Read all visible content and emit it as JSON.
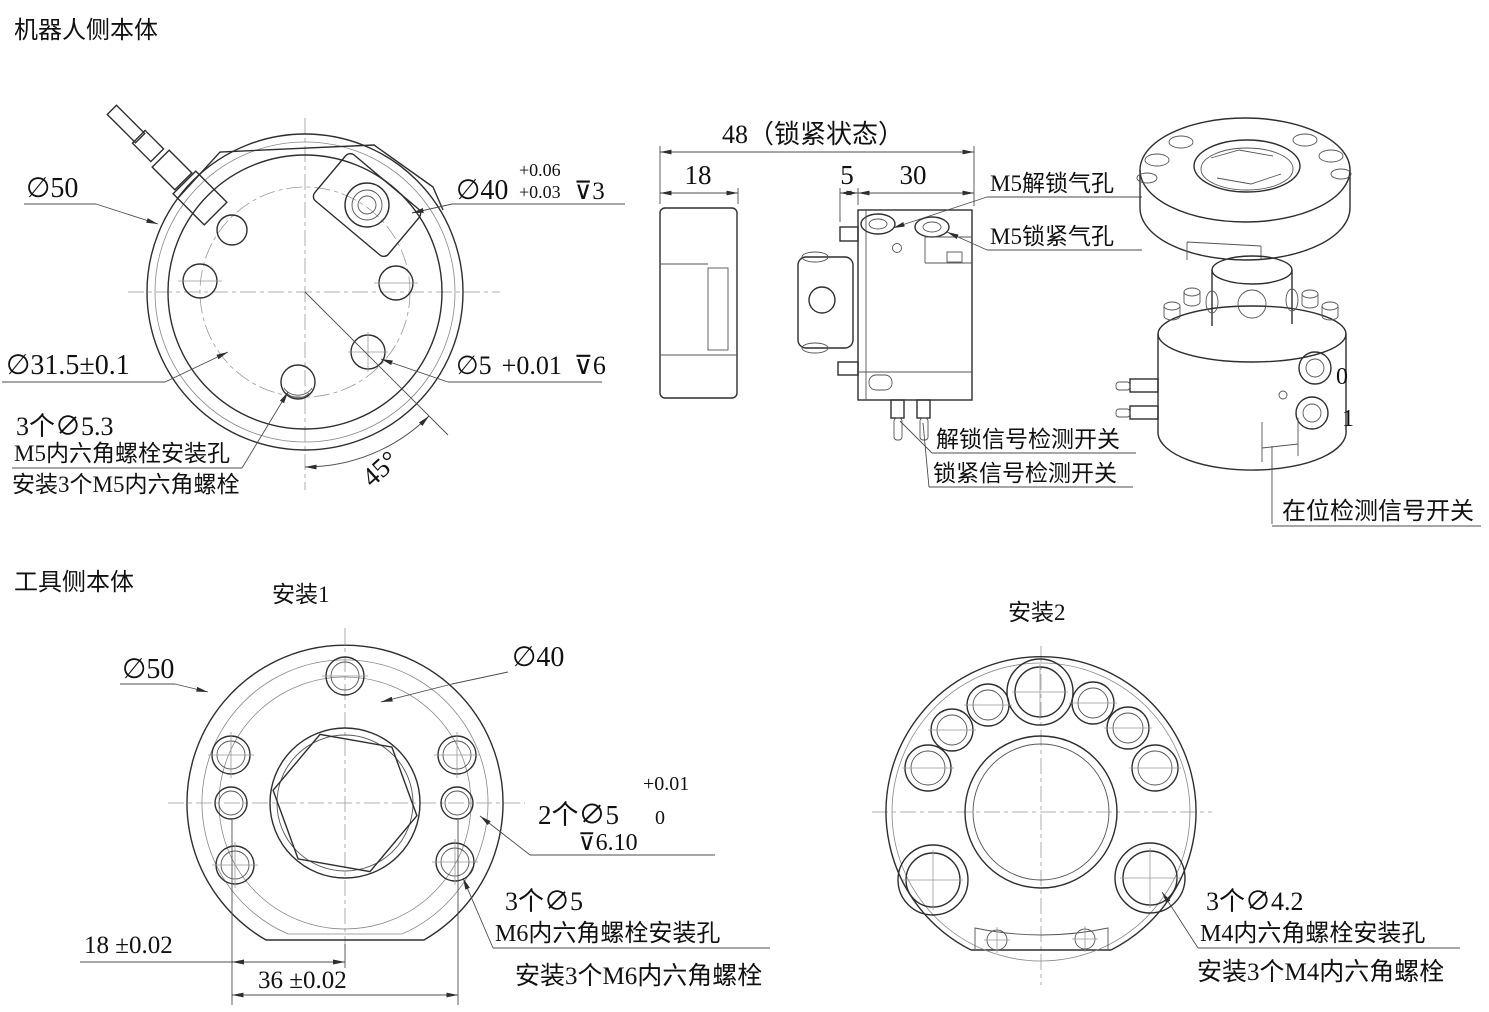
{
  "robot": {
    "title": "机器人侧本体",
    "front": {
      "dia50": "∅50",
      "dia40": {
        "main": "∅40",
        "tol_top": "+0.06",
        "tol_bottom": "+0.03",
        "depth": "⊽3"
      },
      "dia31_5": "∅31.5±0.1",
      "pin": {
        "main": "∅5",
        "tol": "+0.01",
        "depth": "⊽6"
      },
      "note": [
        "3个∅5.3",
        "M5内六角螺栓安装孔",
        "安装3个M5内六角螺栓"
      ],
      "angle": "45°"
    },
    "side": {
      "dim48": "48（锁紧状态）",
      "dim18": "18",
      "dim5": "5",
      "dim30": "30",
      "unlock_port": "M5解锁气孔",
      "lock_port": "M5锁紧气孔",
      "unlock_switch": "解锁信号检测开关",
      "lock_switch": "锁紧信号检测开关"
    },
    "iso": {
      "inposition": "在位检测信号开关",
      "mark0": "0",
      "mark1": "1"
    }
  },
  "tool": {
    "title": "工具侧本体",
    "i1": {
      "title": "安装1",
      "dia50": "∅50",
      "dia40": "∅40",
      "pin": {
        "qty": "2个∅5",
        "tol_top": "+0.01",
        "tol_bottom": "0",
        "depth": "⊽6.10"
      },
      "note": [
        "3个∅5",
        "M6内六角螺栓安装孔",
        "安装3个M6内六角螺栓"
      ],
      "dim18": "18 ±0.02",
      "dim36": "36 ±0.02"
    },
    "i2": {
      "title": "安装2",
      "note": [
        "3个∅4.2",
        "M4内六角螺栓安装孔",
        "安装3个M4内六角螺栓"
      ]
    }
  },
  "colors": {
    "line": "#2e2e2e",
    "thin": "#4d4d4d",
    "center": "#999999",
    "text": "#111111",
    "bg": "#ffffff"
  }
}
